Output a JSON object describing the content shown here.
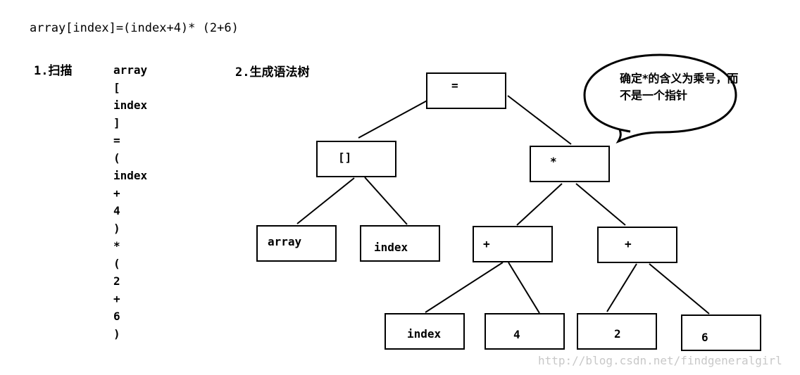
{
  "expression": "array[index]=(index+4)* (2+6)",
  "step1_label": "1.扫描",
  "step2_label": "2.生成语法树",
  "tokens": [
    "array",
    "[",
    "index",
    "]",
    "=",
    "(",
    "index",
    "+",
    "4",
    ")",
    "*",
    "(",
    "2",
    "+",
    "6",
    ")"
  ],
  "tree": {
    "root": "=",
    "subscript": "[]",
    "mul": "*",
    "array": "array",
    "index1": "index",
    "plus1": "+",
    "plus2": "+",
    "index2": "index",
    "four": "4",
    "two": "2",
    "six": "6"
  },
  "callout": "确定*的含义为乘号，而不是一个指针",
  "watermark": "http://blog.csdn.net/findgeneralgirl"
}
